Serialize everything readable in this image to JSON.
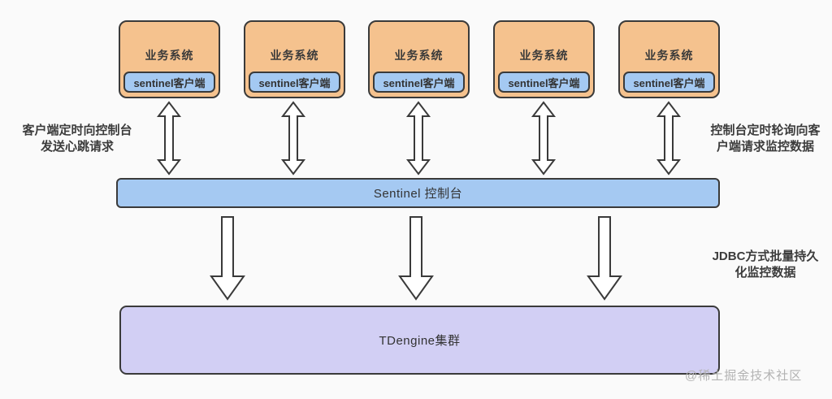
{
  "diagram": {
    "systems": [
      {
        "label": "业务系统",
        "client": "sentinel客户端"
      },
      {
        "label": "业务系统",
        "client": "sentinel客户端"
      },
      {
        "label": "业务系统",
        "client": "sentinel客户端"
      },
      {
        "label": "业务系统",
        "client": "sentinel客户端"
      },
      {
        "label": "业务系统",
        "client": "sentinel客户端"
      }
    ],
    "console_label": "Sentinel 控制台",
    "database_label": "TDengine集群",
    "annotations": {
      "left": {
        "line1": "客户端定时向控制台",
        "line2": "发送心跳请求"
      },
      "right_top": {
        "line1": "控制台定时轮询向客",
        "line2": "户端请求监控数据"
      },
      "right_bottom": {
        "line1": "JDBC方式批量持久",
        "line2": "化监控数据"
      }
    },
    "watermark": "@稀土掘金技术社区",
    "colors": {
      "system_box": "#F5C28E",
      "client_box": "#A4C9F2",
      "console_bar": "#A5C9F2",
      "database_box": "#D2CFF4",
      "border": "#3A3A3A",
      "background": "#FAFAFA",
      "text": "#3C3C3C",
      "watermark": "#B3B3B3"
    }
  }
}
